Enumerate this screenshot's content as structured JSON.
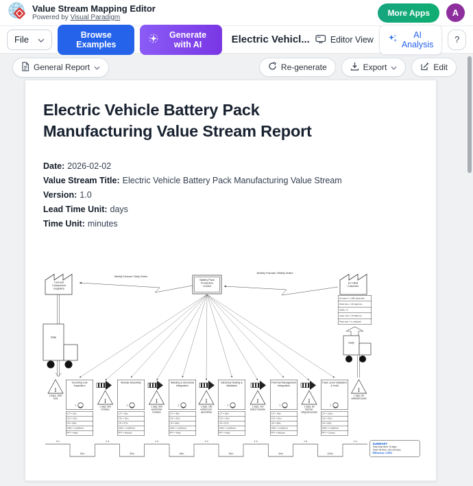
{
  "header": {
    "app_title": "Value Stream Mapping Editor",
    "powered_by": "Powered by",
    "powered_by_link": "Visual Paradigm",
    "more_apps": "More Apps",
    "avatar_initial": "A"
  },
  "toolbar": {
    "file": "File",
    "browse_examples": "Browse Examples",
    "generate_with_ai": "Generate with AI",
    "document_title": "Electric Vehicl...",
    "editor_view": "Editor View",
    "ai_analysis": "AI Analysis",
    "help": "?"
  },
  "report_bar": {
    "report_type": "General Report",
    "regenerate": "Re-generate",
    "export": "Export",
    "edit": "Edit"
  },
  "report": {
    "title": "Electric Vehicle Battery Pack Manufacturing Value Stream Report",
    "meta": [
      {
        "label": "Date:",
        "value": "2026-02-02"
      },
      {
        "label": "Value Stream Title:",
        "value": "Electric Vehicle Battery Pack Manufacturing Value Stream"
      },
      {
        "label": "Version:",
        "value": "1.0"
      },
      {
        "label": "Lead Time Unit:",
        "value": "days"
      },
      {
        "label": "Time Unit:",
        "value": "minutes"
      }
    ]
  },
  "diagram": {
    "supplier_label": "Cell and Component Suppliers",
    "production_control_label": "Battery Pack Production Control",
    "customer_label": "EV OEM Customer",
    "customer_data_rows": [
      "Demand = 1,000 packs/wk",
      "Work time = 20 days/mo",
      "Shifts = 2",
      "Avail. time = 57,600 sec",
      "Pack size = 1 unit/pack"
    ],
    "info_flow_left_label": "Weekly Forecast / Daily Orders",
    "info_flow_right_label": "Monthly Forecast / Weekly Orders",
    "truck_left_label": "Daily",
    "truck_right_label": "Daily",
    "inventory_symbol": "I",
    "operator_count": "1",
    "processes": [
      {
        "title": "Incoming Cell Inspection",
        "rows": [
          "C/T = 15m",
          "C/O = 10m",
          "UP = 99%",
          "shifts = undefined",
          "FPY = High"
        ]
      },
      {
        "title": "Module Assembly",
        "rows": [
          "C/T = 30m",
          "C/O = 15m",
          "UP = 97%",
          "shifts = undefined",
          "FPY = Medium"
        ]
      },
      {
        "title": "Welding & Structural Integration",
        "rows": [
          "C/T = 45m",
          "C/O = 20m",
          "UP = 96%",
          "shifts = undefined",
          "FPY = High"
        ]
      },
      {
        "title": "Electrical Testing & Validation",
        "rows": [
          "C/T = 60m",
          "C/O = 10m",
          "UP = 97%",
          "shifts = undefined",
          "FPY = High"
        ]
      },
      {
        "title": "Thermal Management Integration",
        "rows": [
          "C/T = 40m",
          "C/O = 15m",
          "UP = 98%",
          "shifts = undefined",
          "FPY = Medium"
        ]
      },
      {
        "title": "Pack Level Validation & Hold",
        "rows": [
          "C/T = 120m",
          "C/O = 20m",
          "UP = 95%",
          "shifts = undefined",
          "FPY = Critical"
        ]
      }
    ],
    "inventories": [
      "2 days, 1000 cells",
      "1 days, 500 modules",
      "1 days, 500 assembled modules",
      "1 days, 150 welded sub-assemblies",
      "1 days, 100 tested modules",
      "1 days, 80 thermal-integrated packs",
      "1 days, 50 validated packs"
    ],
    "timeline": {
      "lead_times": [
        "2 d",
        "1 d",
        "1 d",
        "1 d",
        "1 d",
        "1 d",
        "1 d"
      ],
      "va_times": [
        "15m",
        "30m",
        "45m",
        "60m",
        "40m",
        "120m"
      ]
    },
    "summary": {
      "title": "SUMMARY",
      "total_lead_time": "Total lead time: 8 days",
      "total_va_time": "Total VA time: 310 minutes",
      "efficiency": "Efficiency: 2.69%"
    }
  },
  "colors": {
    "accent_blue": "#2563eb",
    "accent_purple": "#7c3aed",
    "accent_teal": "#12a47e",
    "avatar_purple": "#8e2f9e",
    "summary_blue": "#1060d9"
  }
}
